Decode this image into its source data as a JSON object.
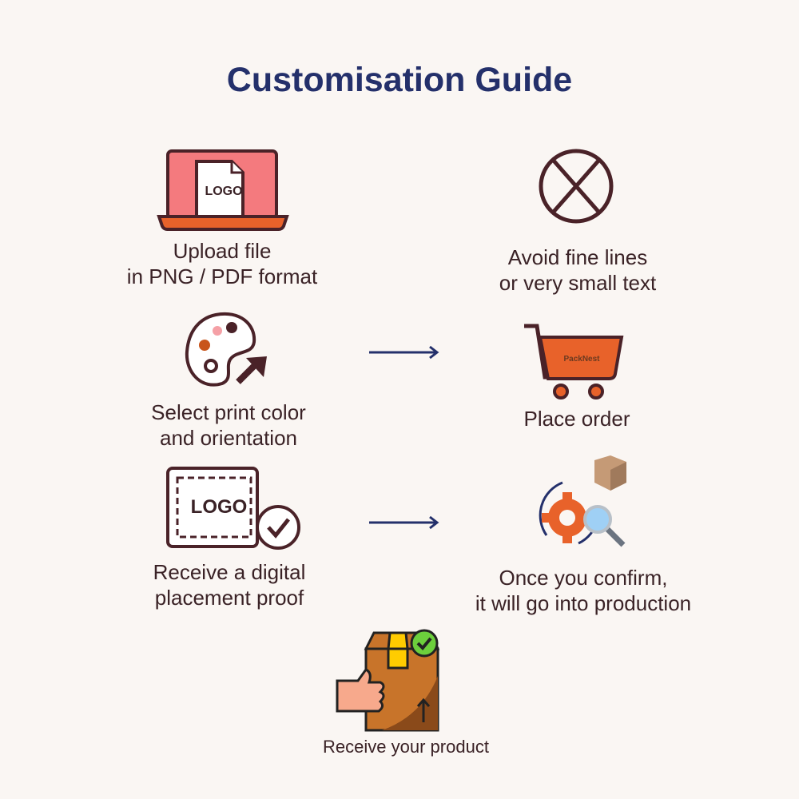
{
  "title": "Customisation Guide",
  "steps": [
    {
      "icon": "laptop-logo-upload-icon",
      "icon_text": "LOGO",
      "lines": [
        "Upload file",
        "in PNG / PDF format"
      ]
    },
    {
      "icon": "circle-x-icon",
      "lines": [
        "Avoid fine lines",
        "or very small text"
      ]
    },
    {
      "icon": "palette-icon",
      "lines": [
        "Select print color",
        "and orientation"
      ]
    },
    {
      "icon": "shopping-cart-icon",
      "icon_text": "PackNest",
      "lines": [
        "Place order"
      ]
    },
    {
      "icon": "logo-proof-check-icon",
      "icon_text": "LOGO",
      "lines": [
        "Receive a digital",
        "placement proof"
      ]
    },
    {
      "icon": "production-gear-icon",
      "lines": [
        "Once you confirm,",
        "it will go into production"
      ]
    },
    {
      "icon": "delivered-box-icon",
      "lines": [
        "Receive your product"
      ]
    }
  ],
  "colors": {
    "title": "#24306b",
    "text": "#3a2226",
    "outline": "#4a2228",
    "orange": "#e8622a",
    "pink": "#f07a7a",
    "arrow": "#24306b",
    "background": "#faf6f3"
  }
}
